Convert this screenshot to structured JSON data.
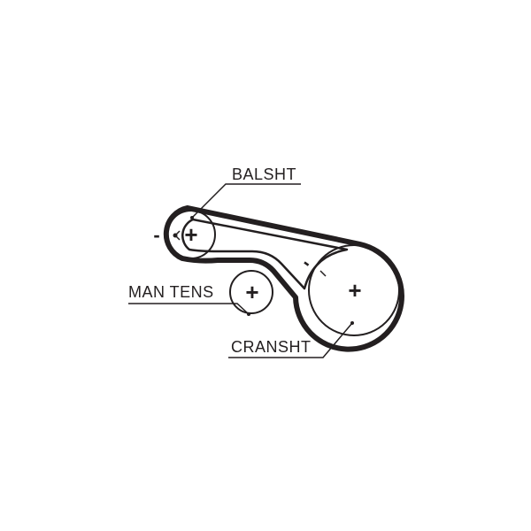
{
  "labels": {
    "balance_shaft": "BALSHT",
    "manual_tensioner": "MAN TENS",
    "crankshaft": "CRANSHT"
  },
  "markers": {
    "plus": "+",
    "minus": "-"
  },
  "colors": {
    "ink": "#231f20",
    "background": "#ffffff"
  }
}
